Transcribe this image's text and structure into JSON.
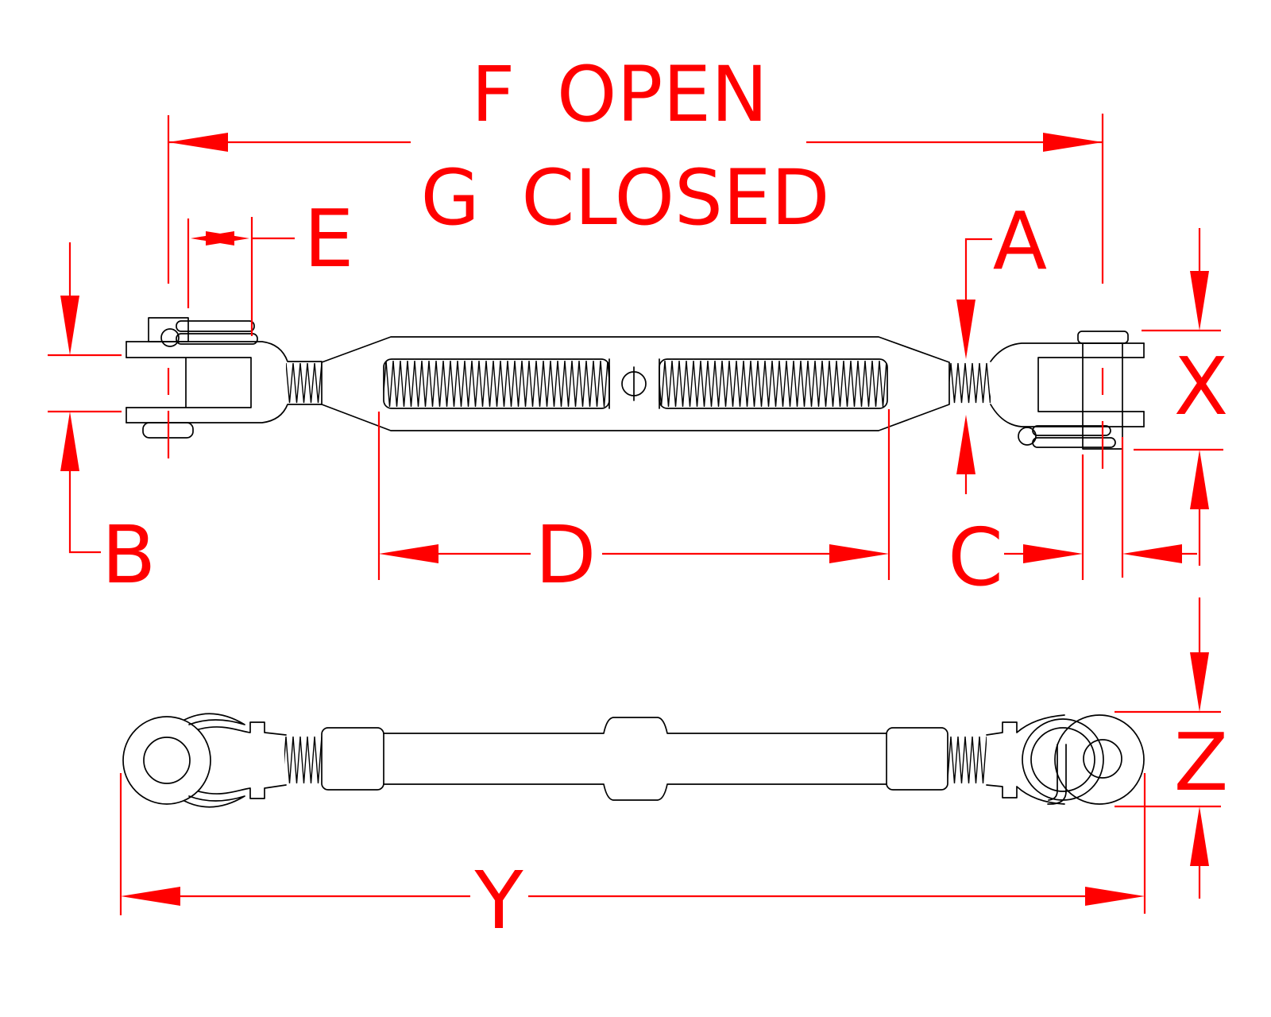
{
  "drawing": {
    "type": "turnbuckle jaw and jaw technical dimension drawing",
    "labels": {
      "f_open": "F OPEN",
      "g_closed": "G CLOSED",
      "e": "E",
      "a": "A",
      "b": "B",
      "c": "C",
      "d": "D",
      "x": "X",
      "y": "Y",
      "z": "Z"
    },
    "colors": {
      "dimension": "#ff0000",
      "line": "#000000",
      "background": "#ffffff"
    }
  }
}
